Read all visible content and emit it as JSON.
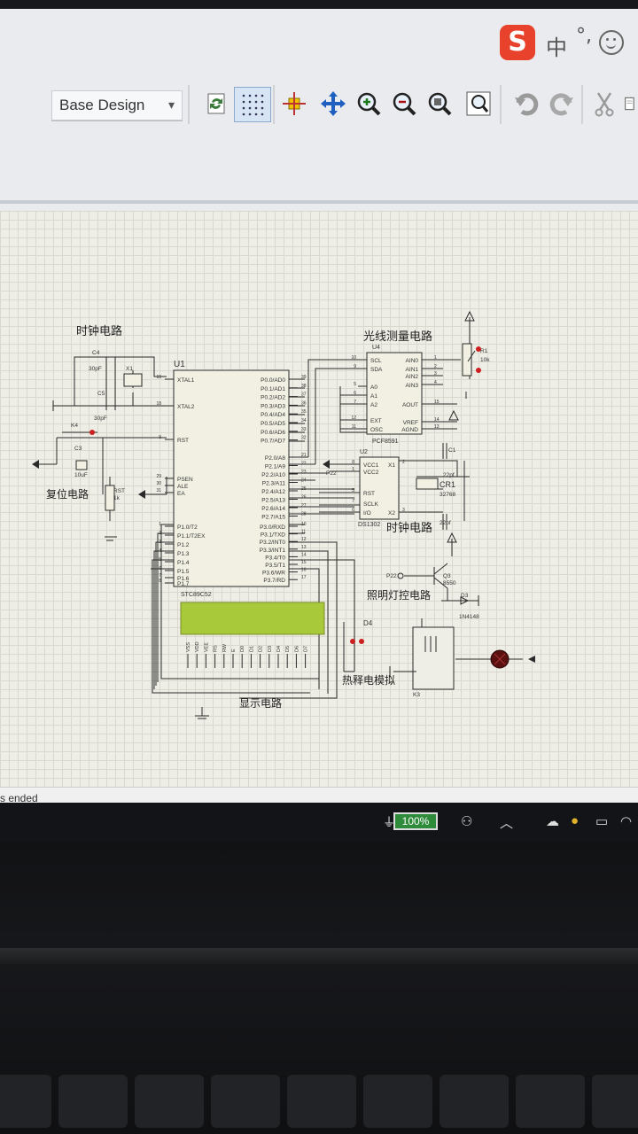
{
  "ime": {
    "logo": "S",
    "lang": "中",
    "punct": "°,"
  },
  "toolbar": {
    "design_select": "Base Design",
    "chevron": "▾"
  },
  "schematic": {
    "headings": {
      "clock1": "时钟电路",
      "reset": "复位电路",
      "light_measure": "光线测量电路",
      "clock2": "时钟电路",
      "light_ctrl": "照明灯控电路",
      "heat": "热释电模拟",
      "display": "显示电路"
    },
    "mcu": {
      "ref": "U1",
      "part": "STC89C52",
      "left_pins": [
        "XTAL1",
        "XTAL2",
        "RST",
        "PSEN",
        "ALE",
        "EA",
        "P1.0/T2",
        "P1.1/T2EX",
        "P1.2",
        "P1.3",
        "P1.4",
        "P1.5",
        "P1.6",
        "P1.7"
      ],
      "left_nums": [
        "19",
        "18",
        "9",
        "29",
        "30",
        "31",
        "1",
        "2",
        "3",
        "4",
        "5",
        "6",
        "7",
        "8"
      ],
      "right_pins": [
        "P0.0/AD0",
        "P0.1/AD1",
        "P0.2/AD2",
        "P0.3/AD3",
        "P0.4/AD4",
        "P0.5/AD5",
        "P0.6/AD6",
        "P0.7/AD7",
        "P2.0/A8",
        "P2.1/A9",
        "P2.2/A10",
        "P2.3/A11",
        "P2.4/A12",
        "P2.5/A13",
        "P2.6/A14",
        "P2.7/A15",
        "P3.0/RXD",
        "P3.1/TXD",
        "P3.2/INT0",
        "P3.3/INT1",
        "P3.4/T0",
        "P3.5/T1",
        "P3.6/WR",
        "P3.7/RD"
      ],
      "right_nums": [
        "39",
        "38",
        "37",
        "36",
        "35",
        "34",
        "33",
        "32",
        "21",
        "22",
        "23",
        "24",
        "25",
        "26",
        "27",
        "28",
        "10",
        "11",
        "12",
        "13",
        "14",
        "15",
        "16",
        "17"
      ]
    },
    "adc": {
      "ref": "U4",
      "part": "PCF8591",
      "left_pins": [
        "SCL",
        "SDA",
        "A0",
        "A1",
        "A2",
        "EXT",
        "OSC"
      ],
      "left_nums": [
        "10",
        "9",
        "5",
        "6",
        "7",
        "12",
        "11"
      ],
      "right_pins": [
        "AIN0",
        "AIN1",
        "AIN2",
        "AIN3",
        "AOUT",
        "VREF",
        "AGND"
      ],
      "right_nums": [
        "1",
        "2",
        "3",
        "4",
        "15",
        "14",
        "13"
      ]
    },
    "rtc": {
      "ref": "U2",
      "part": "DS1302",
      "left_pins": [
        "VCC1",
        "VCC2",
        "RST",
        "SCLK",
        "I/O"
      ],
      "right_pins": [
        "X1",
        "X2"
      ],
      "left_nums": [
        "8",
        "1",
        "5",
        "7",
        "6"
      ],
      "right_nums": [
        "2",
        "3"
      ]
    },
    "parts": {
      "c4": "C4",
      "c4v": "30pF",
      "c5": "C5",
      "c5v": "30pF",
      "x1": "X1",
      "k4": "K4",
      "c3": "C3",
      "c3v": "10uF",
      "rst": "RST",
      "rstv": "1k",
      "r1": "R1",
      "r1v": "10k",
      "c1": "C1",
      "c1v": "22pf",
      "c2v": "22pf",
      "cr1": "CR1",
      "cr1v": "32768",
      "p22": "P22",
      "p22b": "P22",
      "q3": "Q3",
      "q3v": "8550",
      "d3": "D3",
      "d3v": "1N4148",
      "d4": "D4",
      "k3": "K3",
      "lcd_pins": [
        "VSS",
        "VDD",
        "VEE",
        "RS",
        "RW",
        "E",
        "D0",
        "D1",
        "D2",
        "D3",
        "D4",
        "D5",
        "D6",
        "D7"
      ]
    }
  },
  "status": {
    "text": "s ended"
  },
  "taskbar": {
    "battery": "100%"
  },
  "colors": {
    "component_fill": "#f1f0e3",
    "wire": "#2a2a2a",
    "pin_red": "#cc1f1f",
    "lcd": "#a7c93a",
    "canvas": "#efeee6"
  }
}
